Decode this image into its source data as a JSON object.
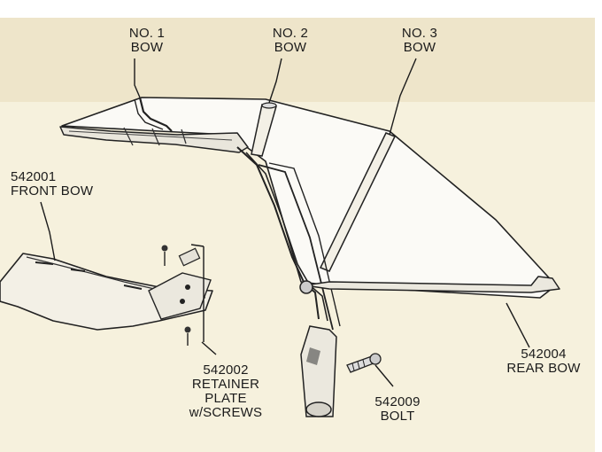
{
  "labels": {
    "bow1": {
      "line1": "NO. 1",
      "line2": "BOW"
    },
    "bow2": {
      "line1": "NO. 2",
      "line2": "BOW"
    },
    "bow3": {
      "line1": "NO. 3",
      "line2": "BOW"
    },
    "front_bow": {
      "part_no": "542001",
      "name": "FRONT BOW"
    },
    "retainer": {
      "part_no": "542002",
      "line2": "RETAINER",
      "line3": "PLATE",
      "line4": "w/SCREWS"
    },
    "bolt": {
      "part_no": "542009",
      "name": "BOLT"
    },
    "rear_bow": {
      "part_no": "542004",
      "name": "REAR BOW"
    }
  },
  "colors": {
    "background": "#f6f1dd",
    "band": "#ebe0c2",
    "ink": "#1b1b1b",
    "panel": "#fbfaf6"
  }
}
